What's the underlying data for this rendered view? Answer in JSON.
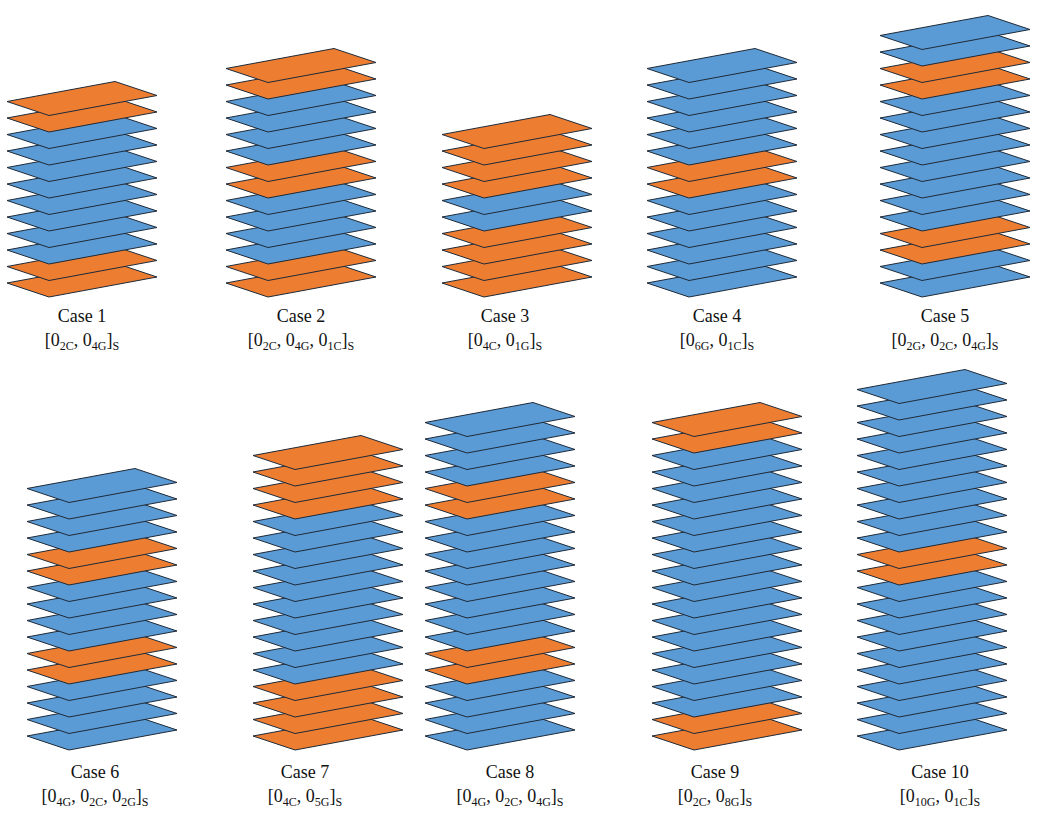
{
  "diagram": {
    "labels": [
      "Case 1",
      "[02C, 04G]S",
      "Case 2",
      "[02C, 04G, 01C]S",
      "Case 3",
      "[04C, 01G]S",
      "Case 4",
      "[06G, 01C]S",
      "Case 5",
      "[02G, 02C, 04G]S",
      "Case 6",
      "[04G, 02C, 02G]S",
      "Case 7",
      "[04C, 05G]S",
      "Case 8",
      "[04G, 02C, 04G]S",
      "Case 9",
      "[02C, 08G]S",
      "Case 10",
      "[010G, 01C]S"
    ]
  }
}
